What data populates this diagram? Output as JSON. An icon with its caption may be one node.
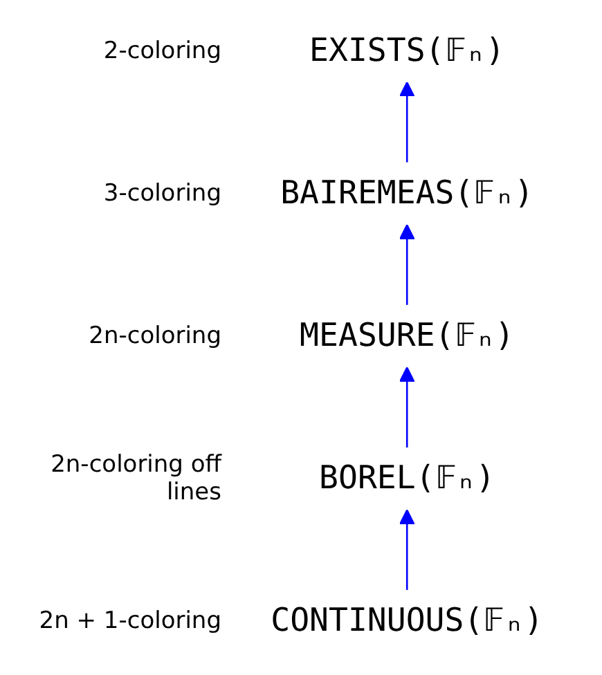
{
  "diagram": {
    "nodes": [
      {
        "text": [
          "EXISTS(𝔽ₙ)"
        ],
        "beside": [
          "2-coloring"
        ]
      },
      {
        "text": [
          "BAIREMEAS(𝔽ₙ)"
        ],
        "beside": [
          "3-coloring"
        ]
      },
      {
        "text": [
          "MEASURE(𝔽ₙ)"
        ],
        "beside": [
          "2n-coloring"
        ]
      },
      {
        "text": [
          "BOREL(𝔽ₙ)"
        ],
        "beside": [
          "2n-coloring off lines"
        ]
      },
      {
        "text": [
          "CONTINUOUS(𝔽ₙ)"
        ],
        "beside": [
          "2n + 1-coloring"
        ]
      }
    ],
    "edges": [
      {
        "from": 4,
        "to": 3,
        "arrow": "to"
      },
      {
        "from": 3,
        "to": 2,
        "arrow": "to"
      },
      {
        "from": 2,
        "to": 1,
        "arrow": "to"
      },
      {
        "from": 1,
        "to": 0,
        "arrow": "to"
      }
    ]
  }
}
